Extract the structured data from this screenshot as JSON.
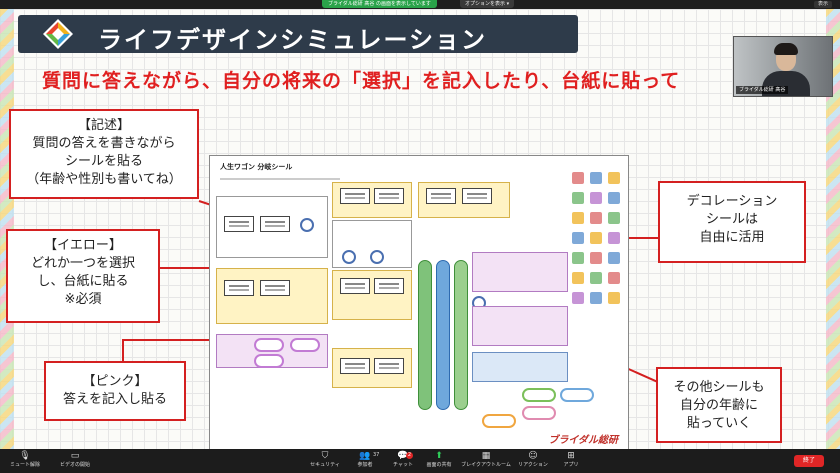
{
  "share_bar": {
    "sharing_label": "ブライダル総研 髙谷 の画面を表示しています",
    "options_label": "オプションを表示 ▾",
    "view_label": "表示"
  },
  "slide": {
    "title": "ライフデザインシミュレーション",
    "headline": "質問に答えながら、自分の将来の「選択」を記入したり、台紙に貼って",
    "callouts": {
      "description": [
        "【記述】",
        "質問の答えを書きながら",
        "シールを貼る",
        "（年齢や性別も書いてね）"
      ],
      "yellow": [
        "【イエロー】",
        "どれか一つを選択",
        "し、台紙に貼る",
        "※必須"
      ],
      "pink": [
        "【ピンク】",
        "答えを記入し貼る"
      ],
      "decoration": [
        "デコレーション",
        "シールは",
        "自由に活用"
      ],
      "other": [
        "その他シールも",
        "自分の年齢に",
        "貼っていく"
      ]
    },
    "sheet": {
      "heading": "人生ワゴン 分岐シール",
      "logo_text": "ブライダル総研"
    },
    "colors": {
      "callout_border": "#d42020",
      "title_band": "#2e3b4a",
      "headline": "#e02020"
    }
  },
  "webcam": {
    "name_label": "ブライダル総研 髙谷"
  },
  "toolbar": {
    "items": [
      {
        "label": "ミュート解除",
        "icon": "microphone-muted-icon"
      },
      {
        "label": "ビデオの開始",
        "icon": "video-off-icon"
      },
      {
        "label": "セキュリティ",
        "icon": "shield-icon"
      },
      {
        "label": "参加者",
        "icon": "participants-icon",
        "count": "37"
      },
      {
        "label": "チャット",
        "icon": "chat-icon",
        "badge": "2"
      },
      {
        "label": "画面の共有",
        "icon": "share-screen-icon"
      },
      {
        "label": "ブレイクアウトルーム",
        "icon": "breakout-rooms-icon"
      },
      {
        "label": "リアクション",
        "icon": "reaction-icon"
      },
      {
        "label": "アプリ",
        "icon": "apps-icon"
      }
    ],
    "end_label": "終了"
  }
}
